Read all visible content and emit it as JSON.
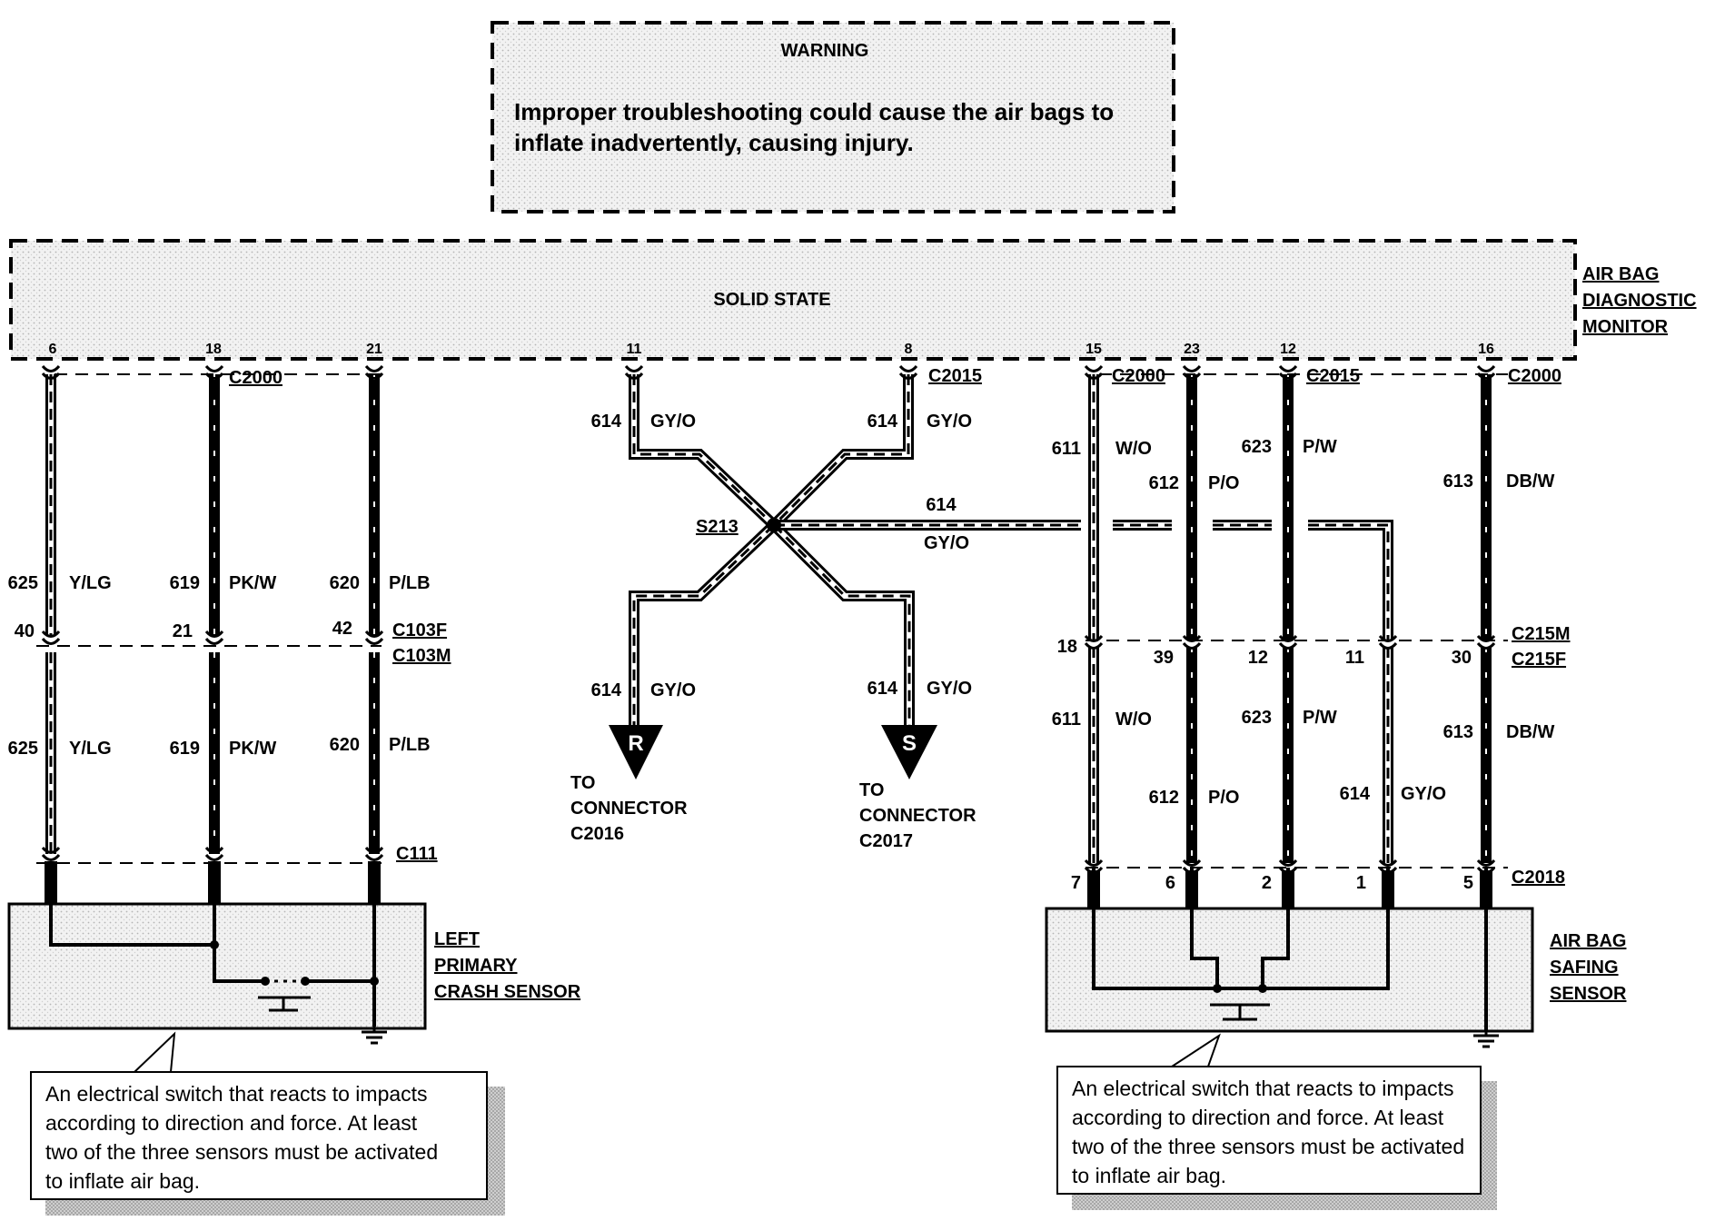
{
  "warning": {
    "title": "WARNING",
    "line1": "Improper troubleshooting could cause the air bags  to",
    "line2": "inflate inadvertently, causing injury."
  },
  "module": {
    "label": "SOLID STATE",
    "name_lines": [
      "AIR BAG",
      "DIAGNOSTIC",
      "MONITOR"
    ],
    "pins": [
      "6",
      "18",
      "21",
      "11",
      "8",
      "15",
      "23",
      "12",
      "16"
    ]
  },
  "connectors": {
    "c2000": "C2000",
    "c2015": "C2015",
    "c103f": "C103F",
    "c103m": "C103M",
    "c111": "C111",
    "c215m": "C215M",
    "c215f": "C215F",
    "c2018": "C2018",
    "s213": "S213"
  },
  "wires": {
    "w625": {
      "circuit": "625",
      "color": "Y/LG"
    },
    "w619": {
      "circuit": "619",
      "color": "PK/W"
    },
    "w620": {
      "circuit": "620",
      "color": "P/LB"
    },
    "w614": {
      "circuit": "614",
      "color": "GY/O"
    },
    "w611": {
      "circuit": "611",
      "color": "W/O"
    },
    "w612": {
      "circuit": "612",
      "color": "P/O"
    },
    "w623": {
      "circuit": "623",
      "color": "P/W"
    },
    "w613": {
      "circuit": "613",
      "color": "DB/W"
    }
  },
  "c103_pins": [
    "40",
    "21",
    "42"
  ],
  "c215_pins": [
    "18",
    "39",
    "12",
    "11",
    "30"
  ],
  "c2018_pins": [
    "7",
    "6",
    "2",
    "1",
    "5"
  ],
  "destinations": {
    "r": {
      "letter": "R",
      "lines": [
        "TO",
        "CONNECTOR",
        "C2016"
      ]
    },
    "s": {
      "letter": "S",
      "lines": [
        "TO",
        "CONNECTOR",
        "C2017"
      ]
    }
  },
  "sensors": {
    "left": [
      "LEFT",
      "PRIMARY",
      "CRASH SENSOR"
    ],
    "safing": [
      "AIR BAG",
      "SAFING",
      "SENSOR"
    ]
  },
  "notes": {
    "left": [
      "An electrical switch that reacts to impacts",
      "according to direction and force.  At least",
      "two of the three sensors must be activated",
      "to inflate air bag."
    ],
    "right": [
      "An electrical switch that reacts to impacts",
      "according to direction and force.  At least",
      "two of the three sensors must be activated",
      "to inflate air bag."
    ]
  }
}
